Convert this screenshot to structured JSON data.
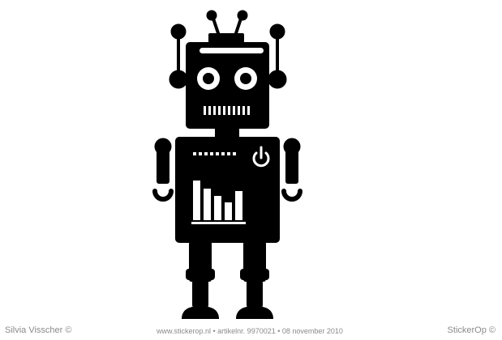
{
  "sticker": {
    "subject": "robot",
    "colors": {
      "silhouette": "#000000",
      "cutout": "#ffffff",
      "caption": "#8a8a8a"
    },
    "icons": [
      "robot-silhouette",
      "power-icon",
      "bar-meter-icon",
      "wrench-hand-icon"
    ],
    "meter_bars": [
      0.85,
      0.68,
      0.52,
      0.38,
      0.62
    ]
  },
  "footer": {
    "designer": "Silvia Visscher ©",
    "website": "www.stickerop.nl  •  artikelnr. 9970021  •  08 november 2010",
    "brand": "StickerOp ©"
  }
}
